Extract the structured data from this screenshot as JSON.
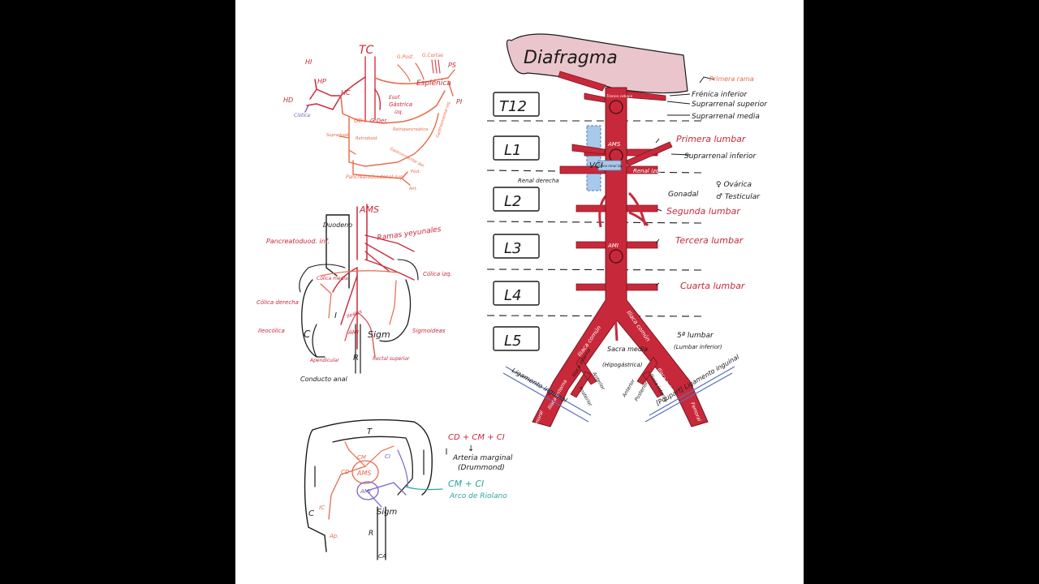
{
  "celiac": {
    "tc": "TC",
    "hi": "HI",
    "hp": "HP",
    "hc": "HC",
    "hd": "HD",
    "cistica": "Cística",
    "gpost": "G.Post.",
    "gcortas": "G.Cortas",
    "ps": "PS",
    "esplenica": "Esplénica",
    "pi": "PI",
    "esof": "Esof.",
    "gastrica": "Gástrica",
    "izq": "izq.",
    "gd": "GD",
    "gder": "G.Der.",
    "supraduod": "Supraduod.",
    "retroduod": "Retroduod.",
    "retropancreatica": "Retropancreática",
    "gastroepiploica_izq": "Gastroomental izq.",
    "gastroomental_der": "Gastroomental der.",
    "pancreatoduodenal_sup": "Pancreatoduodenal sup.",
    "post": "Post.",
    "ant": "Ant."
  },
  "sma": {
    "duodeno": "Duodeno",
    "ams": "AMS",
    "ramas_yeyunales": "Ramas yeyunales",
    "pancreatoduod_inf": "Pancreatoduod. inf.",
    "colica_media": "Cólica media",
    "colica_izq": "Cólica izq.",
    "colica_derecha": "Cólica derecha",
    "ileocolica": "Ileocólica",
    "apendicular": "Apendicular",
    "i": "I",
    "ileales": "Ileales",
    "ami": "AMI",
    "sigm": "Sigm",
    "sigmoideas": "Sigmoideas",
    "c": "C",
    "r": "R",
    "rectal_superior": "Rectal superior",
    "conducto_anal": "Conducto anal"
  },
  "colon": {
    "t": "T",
    "cm": "CM",
    "ci": "CI",
    "cd": "CD",
    "ams": "AMS",
    "ami": "AMI",
    "ic": "IC",
    "c": "C",
    "ap": "Ap.",
    "sigm": "Sigm",
    "r": "R",
    "ca": "CA",
    "formula1": "CD + CM + CI",
    "arrow": "↓",
    "arteria_marginal": "Arteria marginal",
    "drummond": "(Drummond)",
    "formula2": "CM + CI",
    "arco_riolano": "Arco de Riolano"
  },
  "aorta": {
    "diafragma": "Diafragma",
    "levels": [
      "T12",
      "L1",
      "L2",
      "L3",
      "L4",
      "L5"
    ],
    "tronco_celiaco": "Tronco celíaco",
    "ams": "AMS",
    "ami": "AMI",
    "vci": "VCI",
    "vena_renal_izq": "Vena renal izq.",
    "renal_derecha": "Renal derecha",
    "renal_izq": "Renal izq.",
    "primera_rama": "Primera rama",
    "frenica_inferior": "Frénica inferior",
    "suprarrenal_superior": "Suprarrenal superior",
    "suprarrenal_media": "Suprarrenal media",
    "primera_lumbar": "Primera lumbar",
    "suprarrenal_inferior": "Suprarrenal inferior",
    "gonadal": "Gonadal",
    "ovarica": "♀ Ovárica",
    "testicular": "♂ Testicular",
    "segunda_lumbar": "Segunda lumbar",
    "tercera_lumbar": "Tercera lumbar",
    "cuarta_lumbar": "Cuarta lumbar",
    "quinta_lumbar": "5ª lumbar",
    "lumbar_inferior": "(Lumbar inferior)",
    "sacra_media": "Sacra media",
    "iliaca_comun_l": "Iliaca común",
    "iliaca_comun_r": "Iliaca común",
    "hipogastrica": "(Hipogástrica)",
    "anterior": "Anterior",
    "posterior": "Posterior",
    "iliaca_externa": "Iliaca externa",
    "iliaca_interna": "Iliaca interna",
    "ligamento_inguinal": "Ligamento inguinal",
    "poupart": "[Poupart] Ligamento inguinal",
    "femoral": "Femoral"
  },
  "colors": {
    "red": "#c8293a",
    "orange": "#e8694a",
    "purple": "#6b5cb8",
    "teal": "#2aa7a2",
    "pink": "#ebc5cc",
    "blue": "#a9c9ea"
  }
}
